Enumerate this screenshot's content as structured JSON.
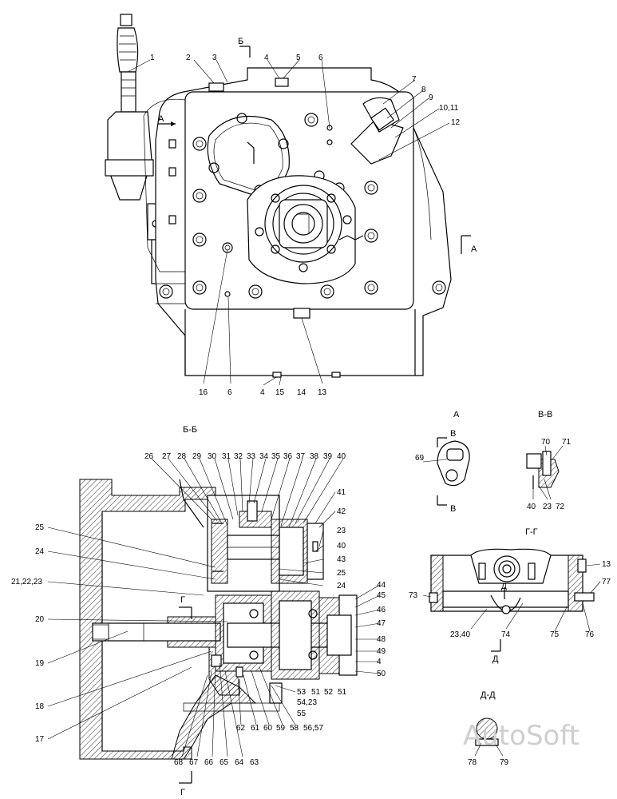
{
  "views": {
    "section_bb_title": "Б-Б",
    "view_a_title": "А",
    "section_vv_title": "В-В",
    "section_gg_title": "Г-Г",
    "section_dd_title": "Д-Д"
  },
  "cut_marks": {
    "b_top": "Б",
    "a_side": "А",
    "a_right": "А",
    "g_upper": "Г",
    "g_lower": "Г",
    "v_top": "В",
    "v_bottom": "В",
    "d_mark": "Д",
    "d_lower": "Д"
  },
  "callouts": {
    "top_view": [
      "1",
      "2",
      "3",
      "4",
      "5",
      "6",
      "7",
      "8",
      "9",
      "10,11",
      "12",
      "16",
      "6",
      "4",
      "15",
      "14",
      "13"
    ],
    "section_bb": [
      "26",
      "27",
      "28",
      "29",
      "30",
      "31",
      "32",
      "33",
      "34",
      "35",
      "36",
      "37",
      "38",
      "39",
      "40",
      "41",
      "42",
      "25",
      "24",
      "21,22,23",
      "20",
      "19",
      "18",
      "17",
      "23",
      "40",
      "43",
      "25",
      "24",
      "44",
      "45",
      "46",
      "47",
      "48",
      "49",
      "4",
      "50",
      "53",
      "51",
      "52",
      "51",
      "54,23",
      "55",
      "62",
      "61",
      "60",
      "59",
      "58",
      "56,57",
      "68",
      "67",
      "66",
      "65",
      "64",
      "63"
    ],
    "view_a": [
      "69"
    ],
    "section_vv": [
      "70",
      "71",
      "40",
      "23",
      "72"
    ],
    "section_gg": [
      "13",
      "77",
      "73",
      "23,40",
      "74",
      "75",
      "76"
    ],
    "section_dd": [
      "78",
      "79"
    ]
  },
  "watermark": "AutoSoft"
}
